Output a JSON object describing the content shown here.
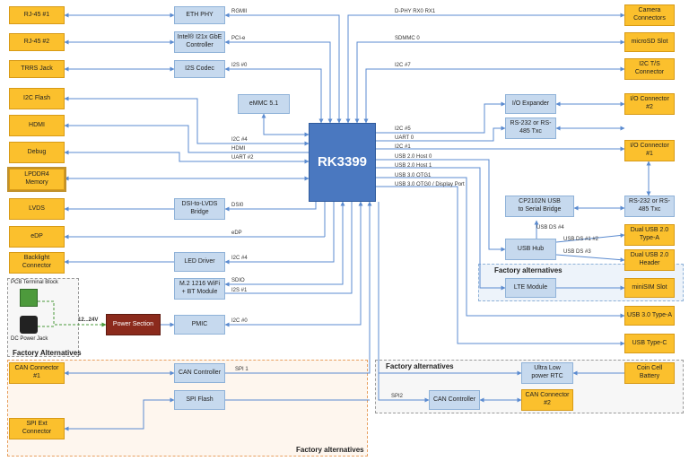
{
  "cpu": {
    "label": "RK3399"
  },
  "ext": {
    "rj45_1": "RJ-45 #1",
    "rj45_2": "RJ-45 #2",
    "trrs": "TRRS Jack",
    "i2c_flash": "I2C Flash",
    "hdmi": "HDMI",
    "debug": "Debug",
    "lpddr4": "LPDDR4\nMemory",
    "lvds": "LVDS",
    "edp": "eDP",
    "backlight": "Backlight\nConnector",
    "can_conn_1": "CAN Connector\n#1",
    "spi_ext": "SPI Ext\nConnector",
    "camera": "Camera\nConnectors",
    "microsd": "microSD Slot",
    "i2c_ts": "I2C T/S\nConnector",
    "io_conn_2": "I/O Connector\n#2",
    "io_conn_1": "I/O Connector\n#1",
    "dual_usb_a": "Dual USB 2.0\nType-A",
    "dual_usb_header": "Dual USB 2.0\nHeader",
    "minisim": "miniSIM Slot",
    "usb3_a": "USB 3.0 Type-A",
    "usb_c": "USB Type-C",
    "coin_cell": "Coin Cell\nBattery",
    "can_conn_2": "CAN Connector\n#2"
  },
  "blocks": {
    "eth_phy": "ETH PHY",
    "intel_gbe": "Intel® I21x GbE\nController",
    "i2s_codec": "I2S Codec",
    "emmc": "eMMC 5.1",
    "dsi_lvds": "DSI-to-LVDS\nBridge",
    "led_driver": "LED Driver",
    "wifi_bt": "M.2 1216 WiFi\n+ BT Module",
    "pmic": "PMIC",
    "power_section": "Power Section",
    "can_ctrl_1": "CAN Controller",
    "spi_flash": "SPI Flash",
    "can_ctrl_2": "CAN Controller",
    "io_expander": "I/O Expander",
    "rs232_left": "RS-232 or RS-\n485 Txc",
    "rs232_right": "RS-232 or RS-\n485 Txc",
    "cp2102n": "CP2102N USB\nto Serial Bridge",
    "usb_hub": "USB Hub",
    "lte_module": "LTE Module",
    "ultra_rtc": "Ultra Low\npower RTC"
  },
  "labels": {
    "rgmii": "RGMII",
    "pcie": "PCI-e",
    "i2s0": "I2S #0",
    "i2c4_a": "I2C #4",
    "hdmi": "HDMI",
    "uart2": "UART #2",
    "dsi0": "DSI0",
    "edp": "eDP",
    "i2c4_b": "I2C #4",
    "sdio": "SDIO",
    "i2s1": "I2S #1",
    "i2c0": "I2C #0",
    "spi1": "SPI 1",
    "spi2": "SPI2",
    "volt": "12...24V",
    "dphy": "D-PHY RX0 RX1",
    "sdmmc0": "SDMMC 0",
    "i2c7": "I2C #7",
    "i2c5": "I2C #5",
    "uart0": "UART 0",
    "i2c1": "I2C #1",
    "usb2_host0": "USB 2.0 Host 0",
    "usb2_host1": "USB 2.0 Host 1",
    "usb3_otg1": "USB 3.0 OTG1",
    "usb3_otg0": "USB 3.0 OTG0 / Display Port",
    "usb_ds4": "USB DS #4",
    "usb_ds12": "USB DS #1 #2",
    "usb_ds3": "USB DS #3"
  },
  "regions": {
    "pcb_terminal": "PCB Terminal Block",
    "dc_jack": "DC Power Jack",
    "factory_alt_left": "Factory Alternatives",
    "factory_alt_bottom": "Factory alternatives",
    "factory_alt_right": "Factory alternatives",
    "factory_alt_usb": "Factory alternatives"
  },
  "colors": {
    "connector": "#fbc02d",
    "block": "#c6d9ee",
    "cpu": "#4a78c0",
    "power": "#8b2a1c",
    "wire": "#5b8bd0"
  }
}
